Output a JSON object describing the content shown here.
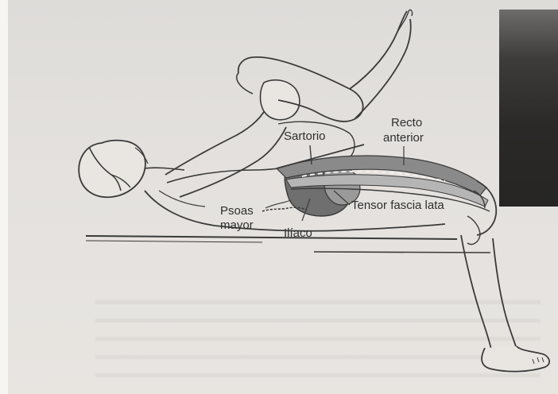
{
  "figure": {
    "labels": {
      "recto_line1": "Recto",
      "recto_line2": "anterior",
      "sartorio": "Sartorio",
      "tensor": "Tensor fascia lata",
      "psoas_line1": "Psoas",
      "psoas_line2": "mayor",
      "iliaco": "Ilíaco"
    },
    "colors": {
      "paper": "#e4e1de",
      "ink": "#3a3a3a",
      "muscle_dark": "#6f6f6f",
      "muscle_mid": "#9a9a9a"
    }
  }
}
